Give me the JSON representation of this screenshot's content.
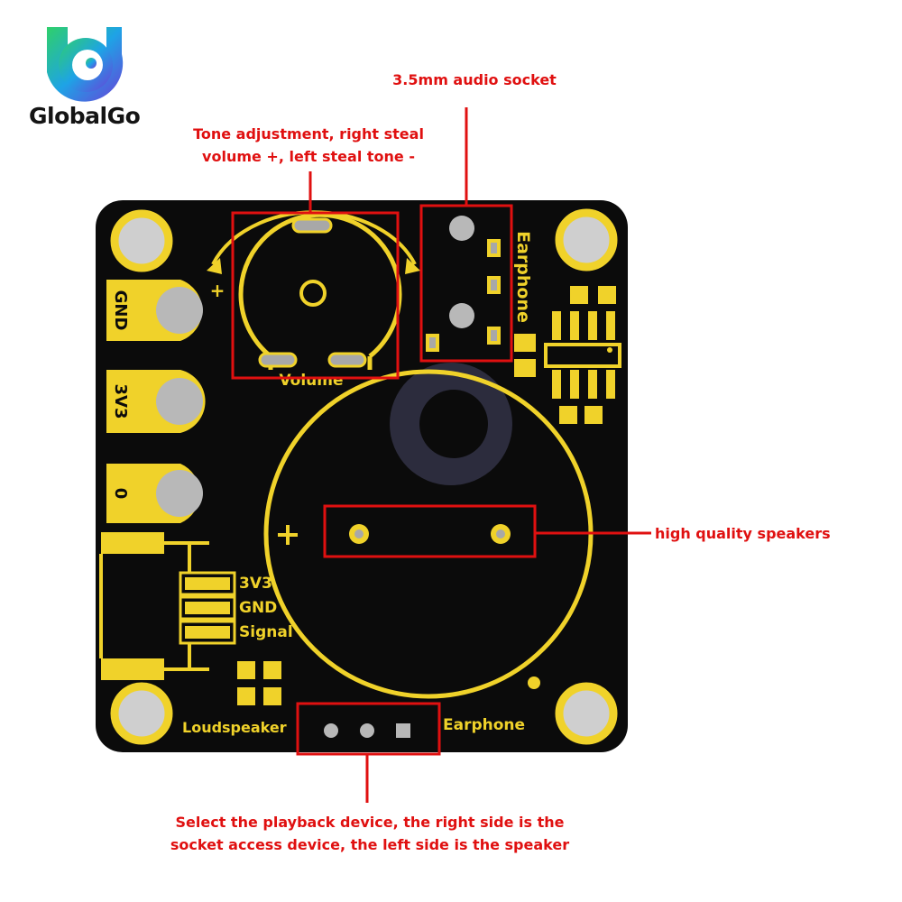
{
  "brand": {
    "name": "GlobalGo",
    "logo_icon": "globalgo-logo-icon"
  },
  "callouts": {
    "tone": {
      "line1": "Tone adjustment, right steal",
      "line2": "volume +, left steal tone -"
    },
    "socket": {
      "label": "3.5mm audio socket"
    },
    "speaker": {
      "label": "high quality speakers"
    },
    "select": {
      "line1": "Select the playback device, the right side is the",
      "line2": "socket access device, the left side is the speaker"
    }
  },
  "board": {
    "pads": [
      "GND",
      "3V3",
      "0"
    ],
    "header_pins": [
      "3V3",
      "GND",
      "Signal"
    ],
    "volume_label": "Volume",
    "plus_sign": "+",
    "earphone_vertical": "Earphone",
    "loudspeaker_label": "Loudspeaker",
    "earphone_label": "Earphone"
  },
  "colors": {
    "pcb": "#0b0b0b",
    "silkscreen": "#f0d22a",
    "callout": "#e01010",
    "hole": "#cfcfcf"
  }
}
